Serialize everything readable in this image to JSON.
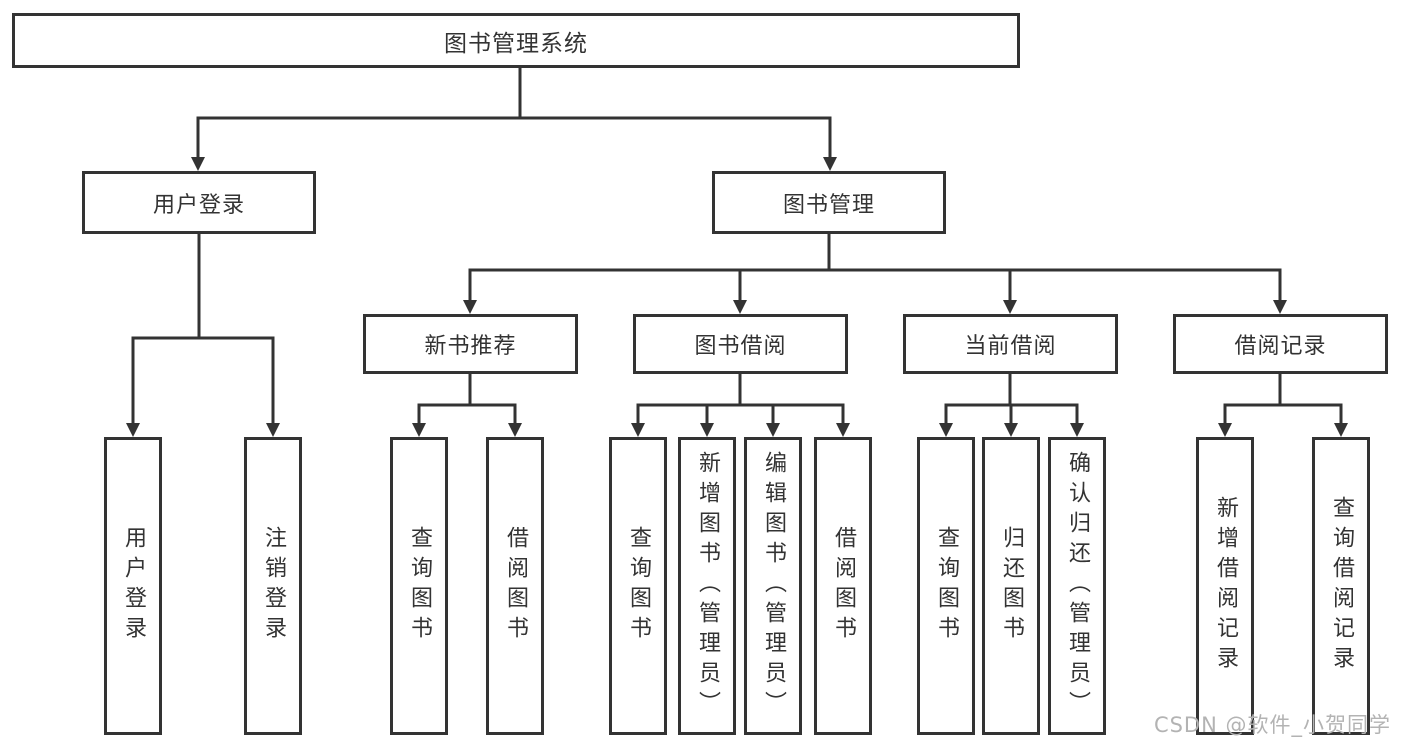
{
  "tree": {
    "root": {
      "label": "图书管理系统"
    },
    "branches": [
      {
        "label": "用户登录",
        "leaves": [
          {
            "label": "用户登录"
          },
          {
            "label": "注销登录"
          }
        ]
      },
      {
        "label": "图书管理",
        "groups": [
          {
            "label": "新书推荐",
            "leaves": [
              {
                "label": "查询图书"
              },
              {
                "label": "借阅图书"
              }
            ]
          },
          {
            "label": "图书借阅",
            "leaves": [
              {
                "label": "查询图书"
              },
              {
                "label": "新增图书（管理员）"
              },
              {
                "label": "编辑图书（管理员）"
              },
              {
                "label": "借阅图书"
              }
            ]
          },
          {
            "label": "当前借阅",
            "leaves": [
              {
                "label": "查询图书"
              },
              {
                "label": "归还图书"
              },
              {
                "label": "确认归还（管理员）"
              }
            ]
          },
          {
            "label": "借阅记录",
            "leaves": [
              {
                "label": "新增借阅记录"
              },
              {
                "label": "查询借阅记录"
              }
            ]
          }
        ]
      }
    ]
  },
  "watermark": {
    "text": "CSDN @软件_小贺同学"
  },
  "colors": {
    "line": "#333333",
    "text": "#333333",
    "background": "#ffffff",
    "watermark": "#b3b3b3"
  }
}
